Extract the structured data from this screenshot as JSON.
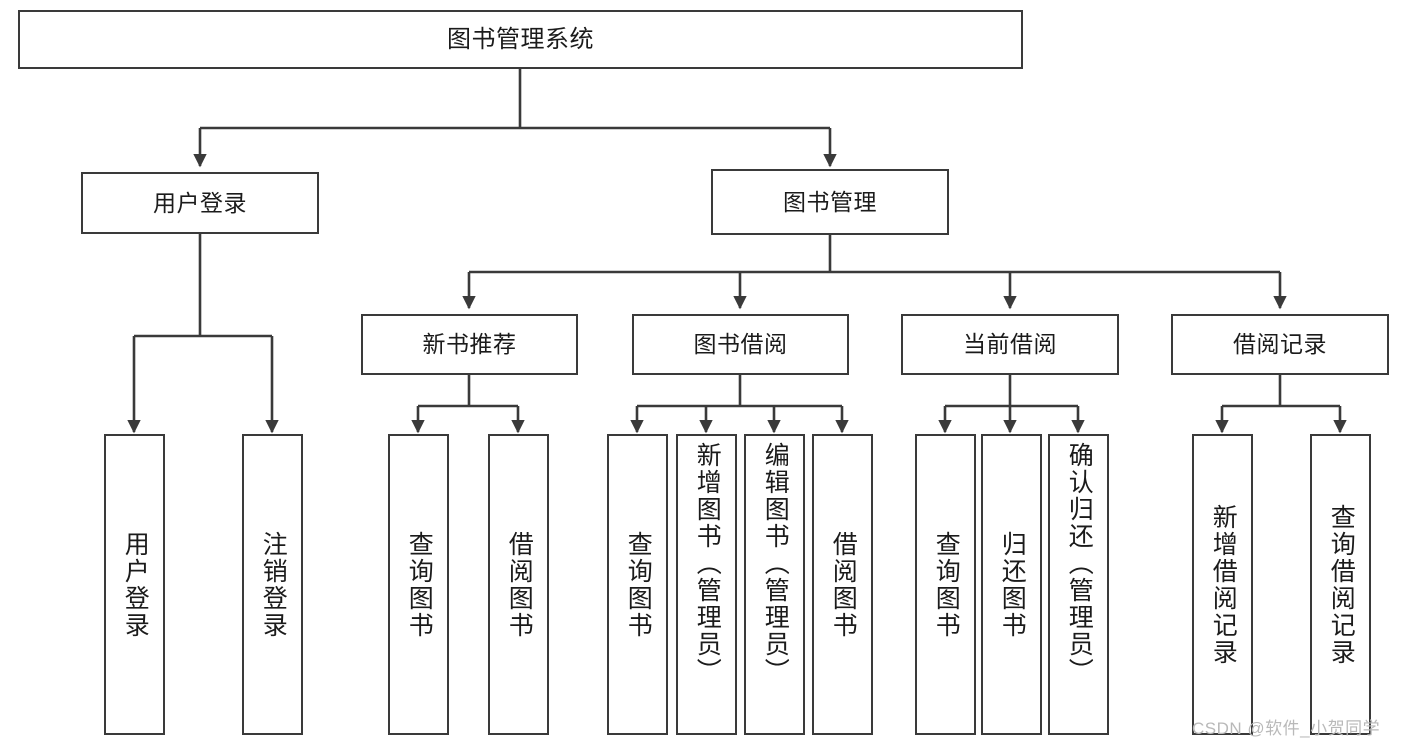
{
  "diagram": {
    "title": "图书管理系统",
    "type": "tree-hierarchy-chart",
    "watermark": "CSDN @软件_小贺同学",
    "colors": {
      "stroke": "#3a3a3a",
      "fill": "#ffffff",
      "text": "#1b1b1b",
      "watermark": "#b9b9b9"
    },
    "root": {
      "label": "图书管理系统"
    },
    "level1": [
      {
        "label": "用户登录"
      },
      {
        "label": "图书管理"
      }
    ],
    "level2": [
      {
        "label": "新书推荐"
      },
      {
        "label": "图书借阅"
      },
      {
        "label": "当前借阅"
      },
      {
        "label": "借阅记录"
      }
    ],
    "leaves": {
      "user_login": [
        {
          "label": "用户登录"
        },
        {
          "label": "注销登录"
        }
      ],
      "new_book_recommend": [
        {
          "label": "查询图书"
        },
        {
          "label": "借阅图书"
        }
      ],
      "book_borrow": [
        {
          "label": "查询图书"
        },
        {
          "label": "新增图书（管理员）"
        },
        {
          "label": "编辑图书（管理员）"
        },
        {
          "label": "借阅图书"
        }
      ],
      "current_borrow": [
        {
          "label": "查询图书"
        },
        {
          "label": "归还图书"
        },
        {
          "label": "确认归还（管理员）"
        }
      ],
      "borrow_record": [
        {
          "label": "新增借阅记录"
        },
        {
          "label": "查询借阅记录"
        }
      ]
    }
  }
}
